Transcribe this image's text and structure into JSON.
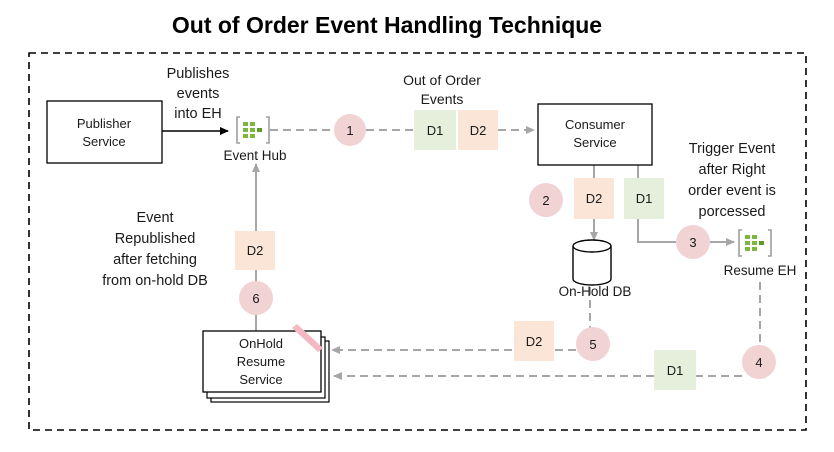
{
  "title": "Out of Order Event Handling Technique",
  "colors": {
    "step_circle": "#f2d3d4",
    "d1_fill": "#e6efdc",
    "d2_fill": "#fbe5d6",
    "arrow": "#aaaaaa",
    "event_hub_icon": "#7cb83e",
    "border": "#000000"
  },
  "nodes": {
    "publisher": {
      "line1": "Publisher",
      "line2": "Service"
    },
    "consumer": {
      "line1": "Consumer",
      "line2": "Service"
    },
    "onhold_resume": {
      "line1": "OnHold",
      "line2": "Resume",
      "line3": "Service"
    },
    "event_hub_label": "Event Hub",
    "resume_eh_label": "Resume EH",
    "onhold_db_label": "On-Hold DB"
  },
  "annotations": {
    "publishes": {
      "line1": "Publishes",
      "line2": "events",
      "line3": "into EH"
    },
    "out_of_order": {
      "line1": "Out of Order",
      "line2": "Events"
    },
    "trigger": {
      "line1": "Trigger Event",
      "line2": "after Right",
      "line3": "order event is",
      "line4": "porcessed"
    },
    "republished": {
      "line1": "Event",
      "line2": "Republished",
      "line3": "after fetching",
      "line4": "from on-hold DB"
    }
  },
  "steps": [
    "1",
    "2",
    "3",
    "4",
    "5",
    "6"
  ],
  "events": {
    "d1": "D1",
    "d2": "D2"
  }
}
